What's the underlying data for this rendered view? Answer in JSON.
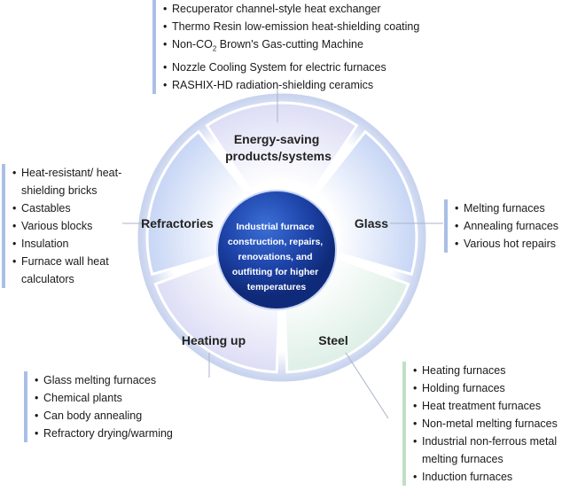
{
  "center": {
    "lines": [
      "Industrial furnace",
      "construction, repairs,",
      "renovations, and",
      "outfitting for higher",
      "temperatures"
    ]
  },
  "segments": {
    "energy": {
      "line1": "Energy-saving",
      "line2": "products/systems"
    },
    "glass": {
      "label": "Glass"
    },
    "steel": {
      "label": "Steel"
    },
    "heating": {
      "label": "Heating up"
    },
    "refractories": {
      "label": "Refractories"
    }
  },
  "lists": {
    "energy": {
      "items": [
        "Recuperator channel-style heat exchanger",
        "Thermo Resin low-emission heat-shielding coating",
        "Brown's Gas-cutting Machine",
        "Nozzle Cooling System for electric furnaces",
        "RASHIX-HD radiation-shielding ceramics"
      ],
      "co2_prefix": "Non-CO",
      "co2_sub": "2"
    },
    "refractories": {
      "items": [
        "Heat-resistant/ heat-shielding bricks",
        "Castables",
        "Various blocks",
        "Insulation",
        "Furnace wall heat calculators"
      ]
    },
    "glass": {
      "items": [
        "Melting furnaces",
        "Annealing furnaces",
        "Various hot repairs"
      ]
    },
    "heating": {
      "items": [
        "Glass melting furnaces",
        "Chemical plants",
        "Can body annealing",
        "Refractory drying/warming"
      ]
    },
    "steel": {
      "items": [
        "Heating furnaces",
        "Holding furnaces",
        "Heat treatment furnaces",
        "Non-metal melting furnaces",
        "Industrial non-ferrous metal melting furnaces",
        "Induction furnaces"
      ]
    }
  },
  "colors": {
    "blue_segment": "#cdd9f6",
    "green_segment": "#e3f1ea",
    "lavender_segment": "#e3e4f7",
    "center": "#1a3e9e",
    "outer_ring": "#b9c7ea"
  }
}
